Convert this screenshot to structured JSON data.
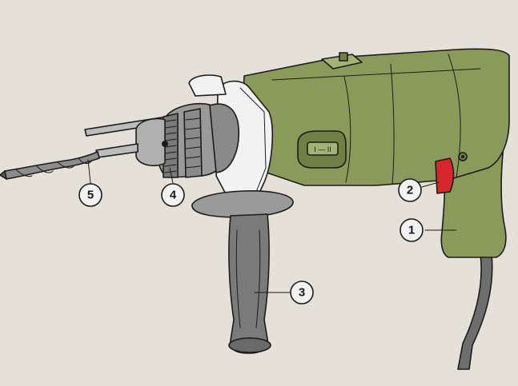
{
  "colors": {
    "background": "#e5e1d9",
    "body_green": "#8a9a5b",
    "body_green_dark": "#6f7f45",
    "body_green_light": "#a4b274",
    "trigger_red": "#d6262e",
    "chuck_grey": "#9a9a9a",
    "handle_grey": "#7a7a7a",
    "collar_white": "#f2f2f2",
    "cable_grey": "#6e6e6e"
  },
  "callouts": [
    {
      "id": "handle",
      "number": "1"
    },
    {
      "id": "trigger",
      "number": "2"
    },
    {
      "id": "side-handle",
      "number": "3"
    },
    {
      "id": "chuck",
      "number": "4"
    },
    {
      "id": "drill-bit",
      "number": "5"
    }
  ]
}
